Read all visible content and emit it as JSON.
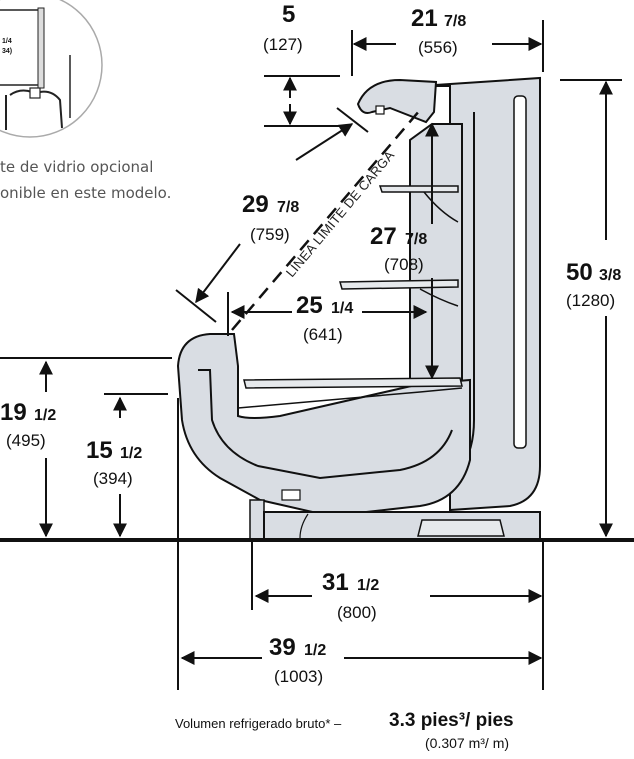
{
  "inset": {
    "label_top": "1/4",
    "label_bottom": "34)"
  },
  "note": {
    "line1": "te de vidrio opcional",
    "line2": "onible en este modelo."
  },
  "load_line_label": "LÍNEA LÍMITE DE CARGA",
  "dimensions": {
    "top_offset": {
      "whole": "5",
      "fraction": "",
      "mm": "(127)"
    },
    "top_depth": {
      "whole": "21",
      "fraction": "7/8",
      "mm": "(556)"
    },
    "diagonal": {
      "whole": "29",
      "fraction": "7/8",
      "mm": "(759)"
    },
    "shelf_height": {
      "whole": "27",
      "fraction": "7/8",
      "mm": "(708)"
    },
    "overall_height": {
      "whole": "50",
      "fraction": "3/8",
      "mm": "(1280)"
    },
    "deck_depth": {
      "whole": "25",
      "fraction": "1/4",
      "mm": "(641)"
    },
    "front_height": {
      "whole": "19",
      "fraction": "1/2",
      "mm": "(495)"
    },
    "deck_height": {
      "whole": "15",
      "fraction": "1/2",
      "mm": "(394)"
    },
    "base_depth": {
      "whole": "31",
      "fraction": "1/2",
      "mm": "(800)"
    },
    "overall_depth": {
      "whole": "39",
      "fraction": "1/2",
      "mm": "(1003)"
    }
  },
  "volume": {
    "label": "Volumen refrigerado bruto* –",
    "value": "3.3 pies³/ pies",
    "metric": "(0.307 m³/ m)"
  }
}
